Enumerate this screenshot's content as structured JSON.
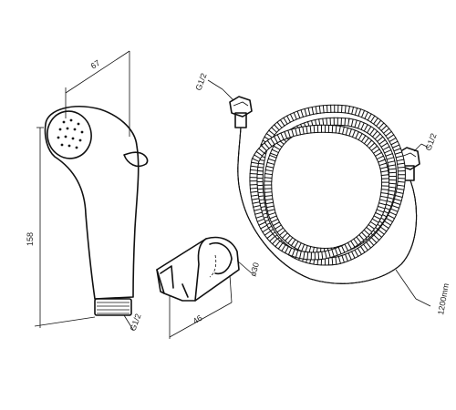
{
  "labels": {
    "sprayer_width": "67",
    "sprayer_height": "158",
    "sprayer_thread": "G1/2",
    "holder_width": "46",
    "holder_diameter": "ø30",
    "hose_thread_top": "G1/2",
    "hose_thread_right": "G1/2",
    "hose_length": "1200mm"
  }
}
